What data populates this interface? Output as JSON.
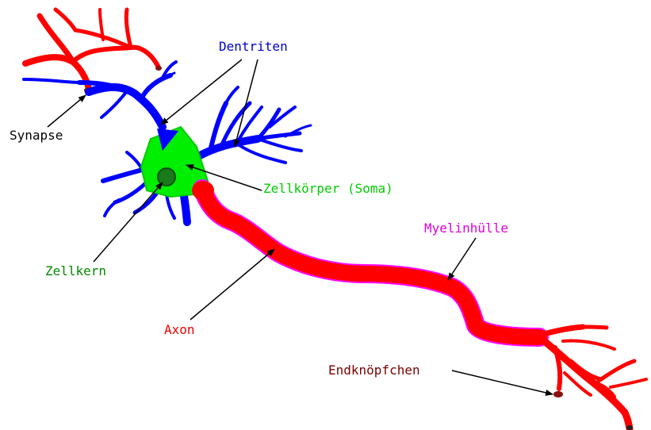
{
  "labels": {
    "dendrites": "Dentriten",
    "synapse": "Synapse",
    "soma": "Zellkörper (Soma)",
    "nucleus": "Zellkern",
    "myelin": "Myelinhülle",
    "axon": "Axon",
    "terminal": "Endknöpfchen"
  },
  "colors": {
    "dendrite": "#0000ff",
    "soma": "#00ee00",
    "nucleus": "#1a7a1a",
    "axon": "#ff0000",
    "myelin": "#ff00ff",
    "synapse": "#8b1010",
    "arrow": "#000000",
    "label_dendrites": "#0000cc",
    "label_synapse": "#000000",
    "label_soma": "#00cc00",
    "label_nucleus": "#008800",
    "label_myelin": "#dd00dd",
    "label_axon": "#ee0000",
    "label_terminal": "#7a0000"
  }
}
